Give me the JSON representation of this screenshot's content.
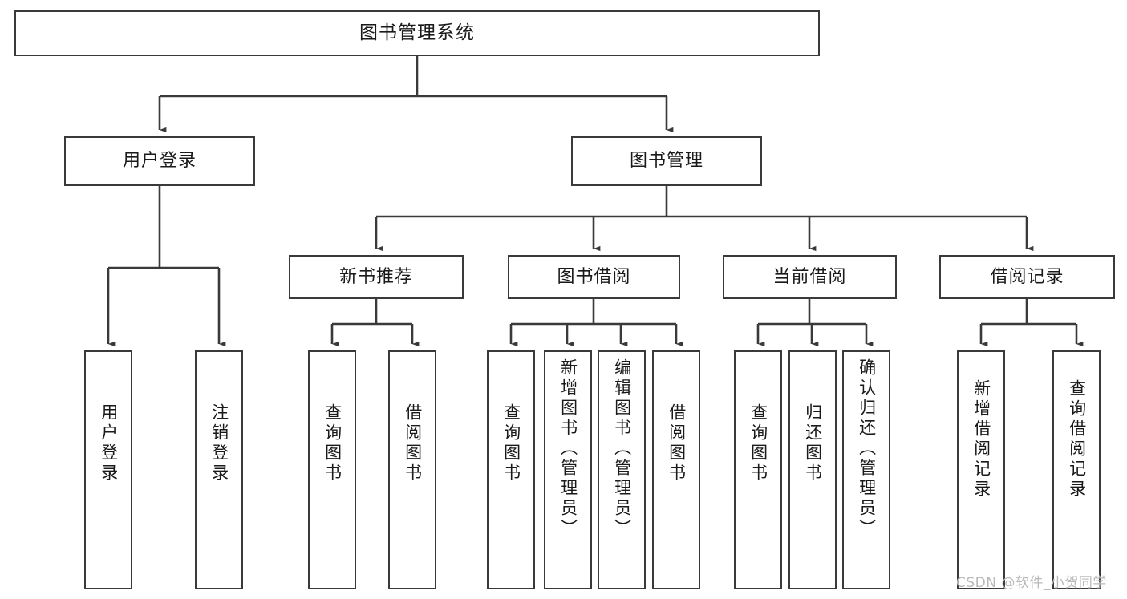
{
  "diagram": {
    "title": "图书管理系统",
    "type": "hierarchy-tree",
    "watermark": "CSDN @软件_小贺同学",
    "colors": {
      "stroke": "#3a3a3a",
      "fill": "#ffffff",
      "text": "#1a1a1a",
      "watermark": "#b9b9b9"
    },
    "nodes": {
      "root": {
        "label": "图书管理系统"
      },
      "level2": [
        {
          "id": "user-login",
          "label": "用户登录"
        },
        {
          "id": "book-manage",
          "label": "图书管理"
        }
      ],
      "level3": [
        {
          "id": "new-book-recommend",
          "label": "新书推荐"
        },
        {
          "id": "book-borrow",
          "label": "图书借阅"
        },
        {
          "id": "current-borrow",
          "label": "当前借阅"
        },
        {
          "id": "borrow-record",
          "label": "借阅记录"
        }
      ],
      "leaves": {
        "user_login": [
          {
            "id": "leaf-user-login",
            "label": "用户登录"
          },
          {
            "id": "leaf-logout-login",
            "label": "注销登录"
          }
        ],
        "new_book_recommend": [
          {
            "id": "leaf-query-book-1",
            "label": "查询图书"
          },
          {
            "id": "leaf-borrow-book-1",
            "label": "借阅图书"
          }
        ],
        "book_borrow": [
          {
            "id": "leaf-query-book-2",
            "label": "查询图书"
          },
          {
            "id": "leaf-add-book-admin",
            "label": "新增图书（管理员）"
          },
          {
            "id": "leaf-edit-book-admin",
            "label": "编辑图书（管理员）"
          },
          {
            "id": "leaf-borrow-book-2",
            "label": "借阅图书"
          }
        ],
        "current_borrow": [
          {
            "id": "leaf-query-book-3",
            "label": "查询图书"
          },
          {
            "id": "leaf-return-book",
            "label": "归还图书"
          },
          {
            "id": "leaf-confirm-return-admin",
            "label": "确认归还（管理员）"
          }
        ],
        "borrow_record": [
          {
            "id": "leaf-add-borrow-record",
            "label": "新增借阅记录"
          },
          {
            "id": "leaf-query-borrow-record",
            "label": "查询借阅记录"
          }
        ]
      }
    }
  }
}
